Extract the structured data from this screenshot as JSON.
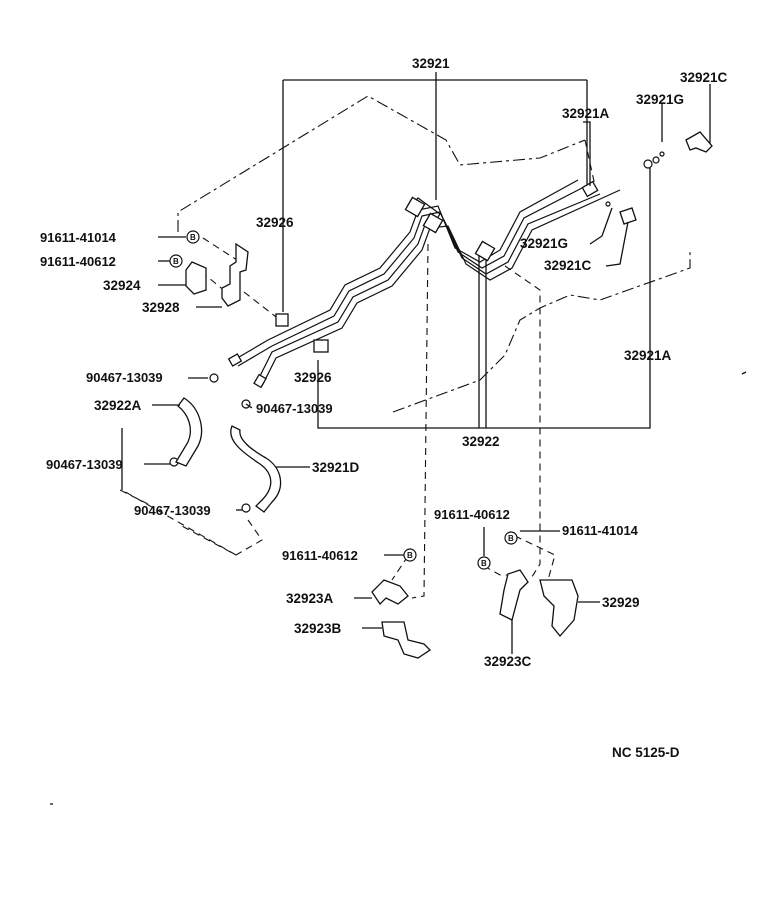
{
  "labels": {
    "p32921": "32921",
    "p32921C_top": "32921C",
    "p32921G_top": "32921G",
    "p32921A_top": "32921A",
    "p32926_top": "32926",
    "p91611_41014_left": "91611-41014",
    "p91611_40612_left": "91611-40612",
    "p32924": "32924",
    "p32928": "32928",
    "p32921G_mid": "32921G",
    "p32921C_mid": "32921C",
    "p32921A_right": "32921A",
    "p90467_1": "90467-13039",
    "p32926_mid": "32926",
    "p90467_2": "90467-13039",
    "p32922A": "32922A",
    "p32922": "32922",
    "p90467_3": "90467-13039",
    "p32921D": "32921D",
    "p90467_4": "90467-13039",
    "p91611_40612_right": "91611-40612",
    "p91611_41014_right": "91611-41014",
    "p91611_40612_bottom": "91611-40612",
    "p32923A": "32923A",
    "p32929": "32929",
    "p32923B": "32923B",
    "p32923C": "32923C",
    "bolt_mark": "B"
  },
  "footer": {
    "code": "NC 5125-D"
  }
}
